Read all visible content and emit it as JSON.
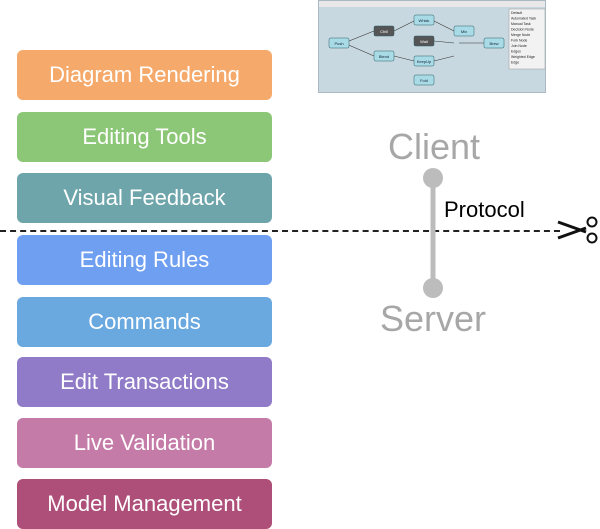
{
  "layers": [
    {
      "label": "Diagram Rendering",
      "color": "#f5a96a"
    },
    {
      "label": "Editing Tools",
      "color": "#8cc777"
    },
    {
      "label": "Visual Feedback",
      "color": "#6ea5ab"
    },
    {
      "label": "Editing Rules",
      "color": "#6f9ff0"
    },
    {
      "label": "Commands",
      "color": "#6aa8e0"
    },
    {
      "label": "Edit Transactions",
      "color": "#8f7bc7"
    },
    {
      "label": "Live Validation",
      "color": "#c47ba8"
    },
    {
      "label": "Model Management",
      "color": "#ad4f78"
    }
  ],
  "client_label": "Client",
  "server_label": "Server",
  "protocol_label": "Protocol",
  "thumbnail": {
    "nodes": [
      "Push",
      "Chill",
      "Whisk",
      "Wait",
      "Blend",
      "Mix",
      "KeepUp",
      "Fold",
      "Brew"
    ],
    "palette_items": [
      "Default",
      "Automated Task",
      "Manual Task",
      "Decision Node",
      "Merge Node",
      "Fork Node",
      "Join Node",
      "Edges",
      "Weighted Edge",
      "Edge"
    ]
  },
  "colors": {
    "connector": "#bcbcbc",
    "line": "#222222"
  }
}
